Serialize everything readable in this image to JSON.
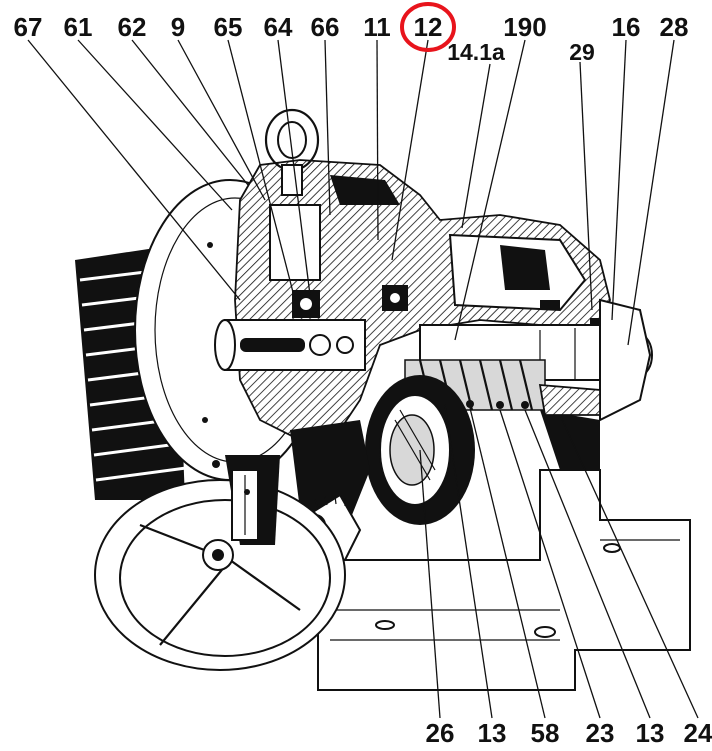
{
  "labels": {
    "top": [
      "67",
      "61",
      "62",
      "9",
      "65",
      "64",
      "66",
      "11",
      "12",
      "190",
      "16",
      "28"
    ],
    "upper": [
      "14.1a",
      "29"
    ],
    "bottom": [
      "26",
      "13",
      "58",
      "23",
      "13",
      "24"
    ]
  },
  "highlight": {
    "label": "12",
    "color": "#e8141c"
  },
  "colors": {
    "ink": "#111111",
    "paper": "#ffffff",
    "highlight": "#e8141c"
  }
}
